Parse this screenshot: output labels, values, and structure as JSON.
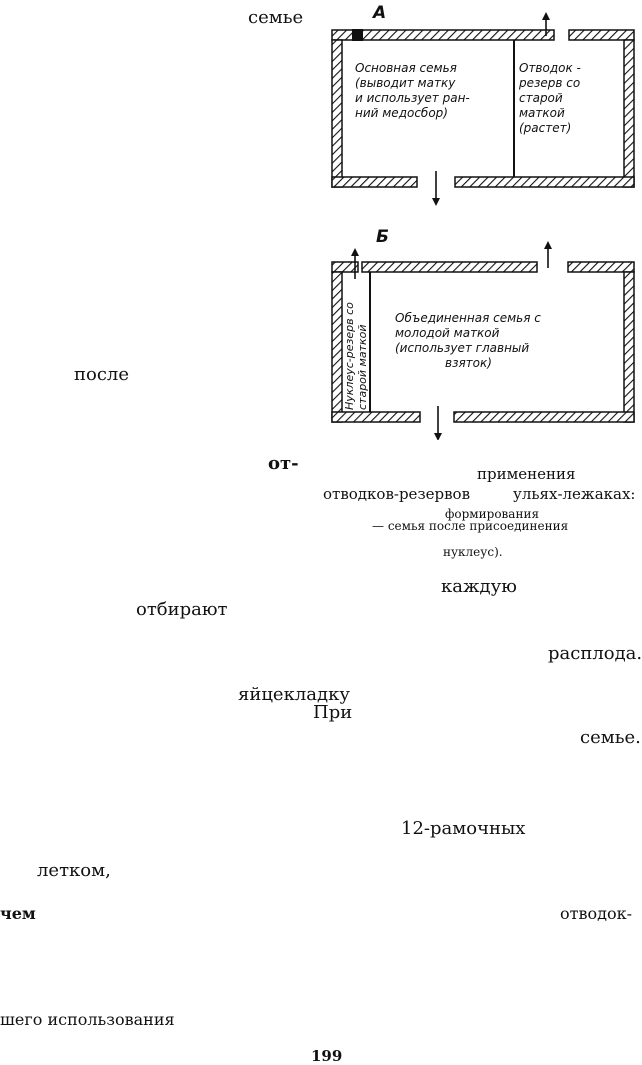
{
  "figure": {
    "a": {
      "label": "А",
      "main_lines": [
        "Основная семья",
        "(выводит матку",
        "и использует ран-",
        "ний медосбор)"
      ],
      "side_lines": [
        "Отводок -",
        "резерв со",
        "старой",
        "маткой",
        "(растет)"
      ]
    },
    "b": {
      "label": "Б",
      "nucleus_lines": [
        "Нуклеус-резерв со",
        "старой маткой"
      ],
      "main_lines": [
        "Объединенная семья с",
        "молодой маткой",
        "(использует главный",
        "взяток)"
      ]
    }
  },
  "words": {
    "w1": "семье",
    "w2": "после",
    "w3": "от-",
    "w4": "применения",
    "w5": "отводков-резервов",
    "w6": "ульях-лежаках:",
    "w7": "формирования",
    "w8": "— семья после присоединения",
    "w9": "нуклеус).",
    "w10": "каждую",
    "w11": "отбирают",
    "w12": "расплода.",
    "w13": "яйцекладку",
    "w14": "При",
    "w15": "семье.",
    "w16": "12-рамочных",
    "w17": "летком,",
    "w18": "чем",
    "w19": "отводок-",
    "w20": "шего использования"
  },
  "page_number": "199"
}
